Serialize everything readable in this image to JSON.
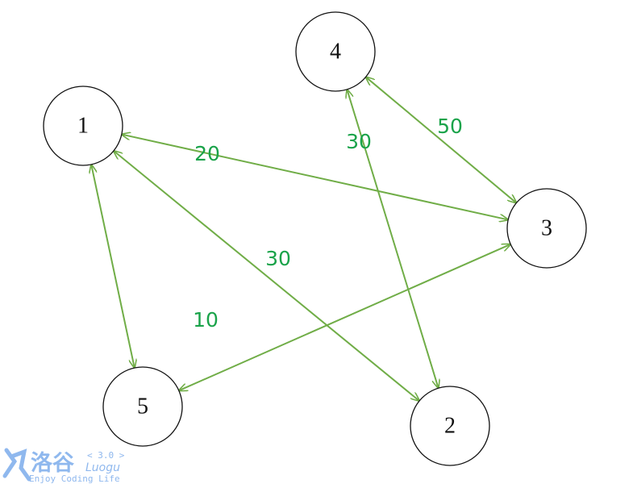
{
  "colors": {
    "edge": "#70ad47",
    "label": "#1aa34a",
    "node_stroke": "#111111",
    "logo": "#8fb8ee"
  },
  "nodes": [
    {
      "id": "1",
      "label": "1"
    },
    {
      "id": "2",
      "label": "2"
    },
    {
      "id": "3",
      "label": "3"
    },
    {
      "id": "4",
      "label": "4"
    },
    {
      "id": "5",
      "label": "5"
    }
  ],
  "edges": [
    {
      "from": "1",
      "to": "3",
      "label": "20"
    },
    {
      "from": "1",
      "to": "2",
      "label": "30"
    },
    {
      "from": "3",
      "to": "5",
      "label": "10"
    },
    {
      "from": "3",
      "to": "4",
      "label": "50"
    },
    {
      "from": "4",
      "to": "2",
      "label": "30"
    },
    {
      "from": "1",
      "to": "5",
      "label": ""
    }
  ],
  "watermark": {
    "name_cn": "洛谷",
    "version": "< 3.0 >",
    "name_en": "Luogu",
    "slogan": "Enjoy Coding Life"
  }
}
